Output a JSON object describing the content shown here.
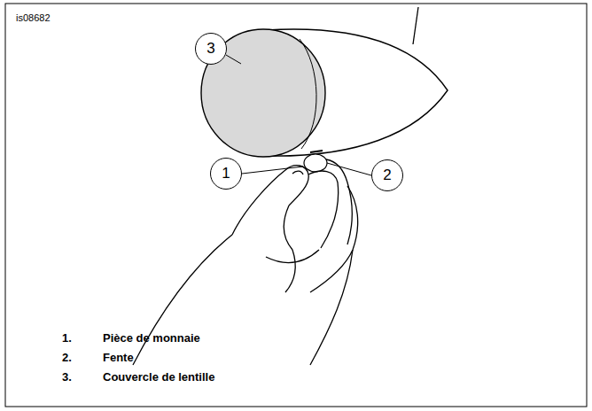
{
  "diagram": {
    "nodes": [
      {
        "text": [
          "3"
        ]
      },
      {
        "text": [
          "1"
        ]
      },
      {
        "text": [
          "2"
        ]
      }
    ],
    "labels": [
      "is08682",
      "1.",
      "Pièce de monnaie",
      "2.",
      "Fente",
      "3.",
      "Couvercle de lentille"
    ]
  }
}
